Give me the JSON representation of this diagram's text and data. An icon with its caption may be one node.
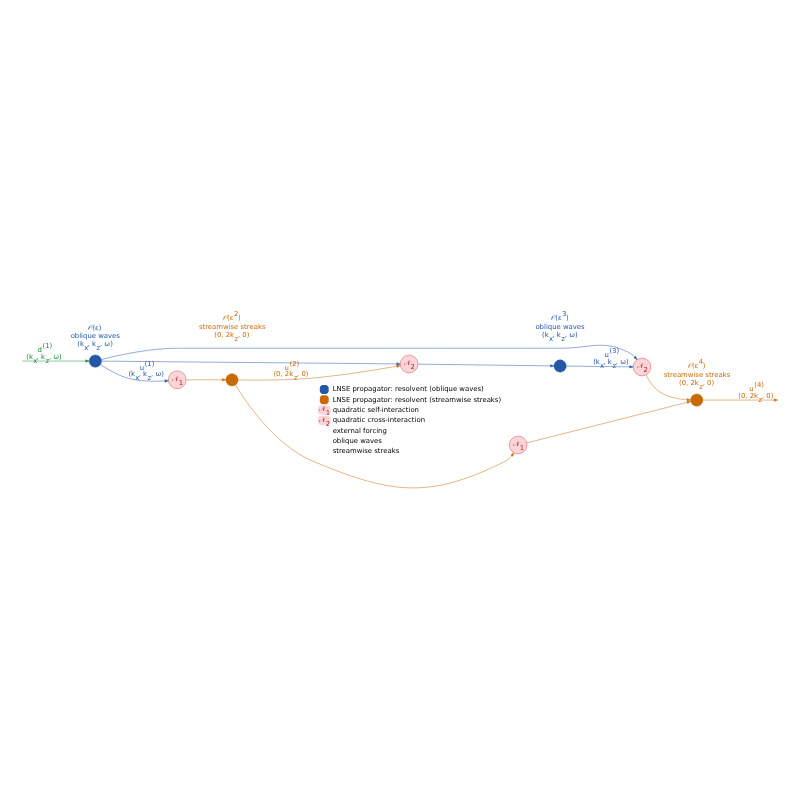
{
  "diagram": {
    "nodes": [
      {
        "text": [],
        "shape": "circle"
      },
      {
        "text": [
          "𝒩$_{1}$"
        ]
      },
      {
        "text": [],
        "shape": "circle"
      },
      {
        "text": [
          "𝒩$_{2}$"
        ]
      },
      {
        "text": [],
        "shape": "circle"
      },
      {
        "text": [
          "𝒩$_{2}$"
        ]
      },
      {
        "text": [
          "𝒩$_{1}$"
        ]
      },
      {
        "text": [],
        "shape": "circle"
      }
    ],
    "edges": [
      {
        "from": null,
        "to": 0,
        "arrow": "to",
        "label": "d$^{(1)}$ (k$_{x}$, k$_{z}$, ω)",
        "color": "#1e8a3c"
      },
      {
        "from": 0,
        "to": 1,
        "arrow": "to",
        "label": "u$^{(1)}$ (k$_{x}$, k$_{z}$, ω)",
        "color": "#2457a6"
      },
      {
        "from": 0,
        "to": 3,
        "arrow": "to",
        "color": "#2457a6"
      },
      {
        "from": 0,
        "to": 5,
        "arrow": "to",
        "color": "#2457a6"
      },
      {
        "from": 1,
        "to": 2,
        "arrow": "to"
      },
      {
        "from": 2,
        "to": 3,
        "arrow": "to",
        "label": "u$^{(2)}$ (0, 2k$_{z}$, 0)"
      },
      {
        "from": 2,
        "to": 6,
        "arrow": "to"
      },
      {
        "from": 3,
        "to": 4,
        "arrow": "to",
        "color": "#2457a6"
      },
      {
        "from": 4,
        "to": 5,
        "arrow": "to",
        "label": "u$^{(3)}$ (k$_{x}$, k$_{z}$, ω)",
        "color": "#2457a6"
      },
      {
        "from": 5,
        "to": 7,
        "arrow": "to"
      },
      {
        "from": 6,
        "to": 7,
        "arrow": "to"
      },
      {
        "from": 7,
        "to": null,
        "arrow": "to",
        "label": "u$^{(4)}$ (0, 2k$_{z}$, 0)"
      }
    ],
    "labels": [
      "𝒪(ε)",
      "oblique waves",
      "(k$_{x}$, k$_{z}$, ω)",
      "𝒪(ε$^{2}$)",
      "streamwise streaks",
      "(0, 2k$_{z}$, 0)",
      "𝒪(ε$^{3}$)",
      "oblique waves",
      "(k$_{x}$, k$_{z}$, ω)",
      "𝒪(ε$^{4}$)",
      "streamwise streaks",
      "(0, 2k$_{z}$, 0)",
      "𝒩$_{1}$",
      "𝒩$_{2}$"
    ],
    "legend": [
      {
        "text": "LNSE propagator: resolvent (oblique waves)",
        "color": "#2457a6"
      },
      {
        "text": "LNSE propagator: resolvent (streamwise streaks)",
        "color": "#c96a0a"
      },
      {
        "text": "quadratic self-interaction"
      },
      {
        "text": "quadratic cross-interaction"
      },
      {
        "text": "external forcing"
      },
      {
        "text": "oblique waves"
      },
      {
        "text": "streamwise streaks"
      }
    ]
  }
}
